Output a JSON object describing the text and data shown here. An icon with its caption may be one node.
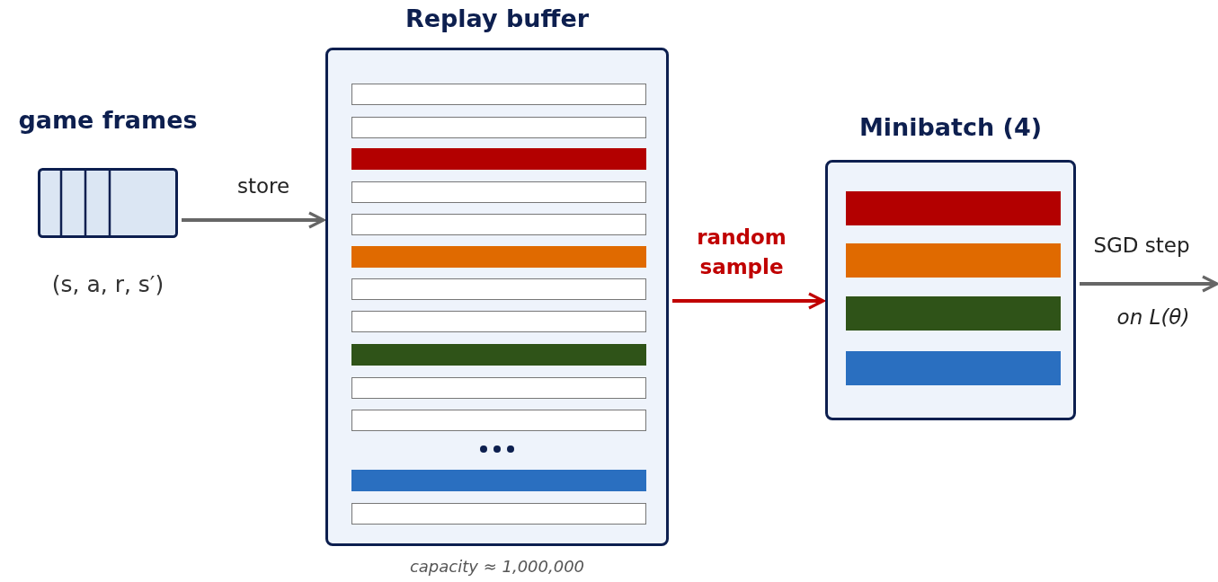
{
  "diagram": {
    "nodes": [
      {
        "text": [
          "game frames"
        ],
        "beside": [
          "(s, a, r, s′)"
        ]
      },
      {
        "text": [
          "Replay buffer"
        ],
        "beside": [
          "capacity ≈ 1,000,000"
        ]
      },
      {
        "text": [],
        "shape": "bar",
        "in": 1
      },
      {
        "text": [],
        "shape": "bar",
        "in": 1
      },
      {
        "text": [],
        "shape": "bar",
        "in": 1
      },
      {
        "text": [],
        "shape": "bar",
        "in": 1
      },
      {
        "text": [],
        "shape": "bar",
        "in": 1
      },
      {
        "text": [],
        "shape": "bar",
        "in": 1
      },
      {
        "text": [],
        "shape": "bar",
        "in": 1
      },
      {
        "text": [],
        "shape": "bar",
        "in": 1
      },
      {
        "text": [],
        "shape": "bar",
        "in": 1
      },
      {
        "text": [],
        "shape": "bar",
        "in": 1
      },
      {
        "text": [],
        "shape": "bar",
        "in": 1
      },
      {
        "text": [],
        "shape": "bar",
        "in": 1
      },
      {
        "text": [],
        "shape": "bar",
        "in": 1
      },
      {
        "text": [
          "Minibatch (4)"
        ]
      },
      {
        "text": [],
        "shape": "bar",
        "in": 15
      },
      {
        "text": [],
        "shape": "bar",
        "in": 15
      },
      {
        "text": [],
        "shape": "bar",
        "in": 15
      },
      {
        "text": [],
        "shape": "bar",
        "in": 15
      }
    ],
    "edges": [
      {
        "from": 0,
        "to": 1,
        "arrow": "to",
        "label": "store"
      },
      {
        "from": 1,
        "to": 15,
        "arrow": "to",
        "label": "random sample",
        "color": "#c00000"
      },
      {
        "from": 15,
        "to": null,
        "arrow": "to",
        "label": "SGD step"
      }
    ],
    "labels": [
      "on L(θ)"
    ]
  }
}
